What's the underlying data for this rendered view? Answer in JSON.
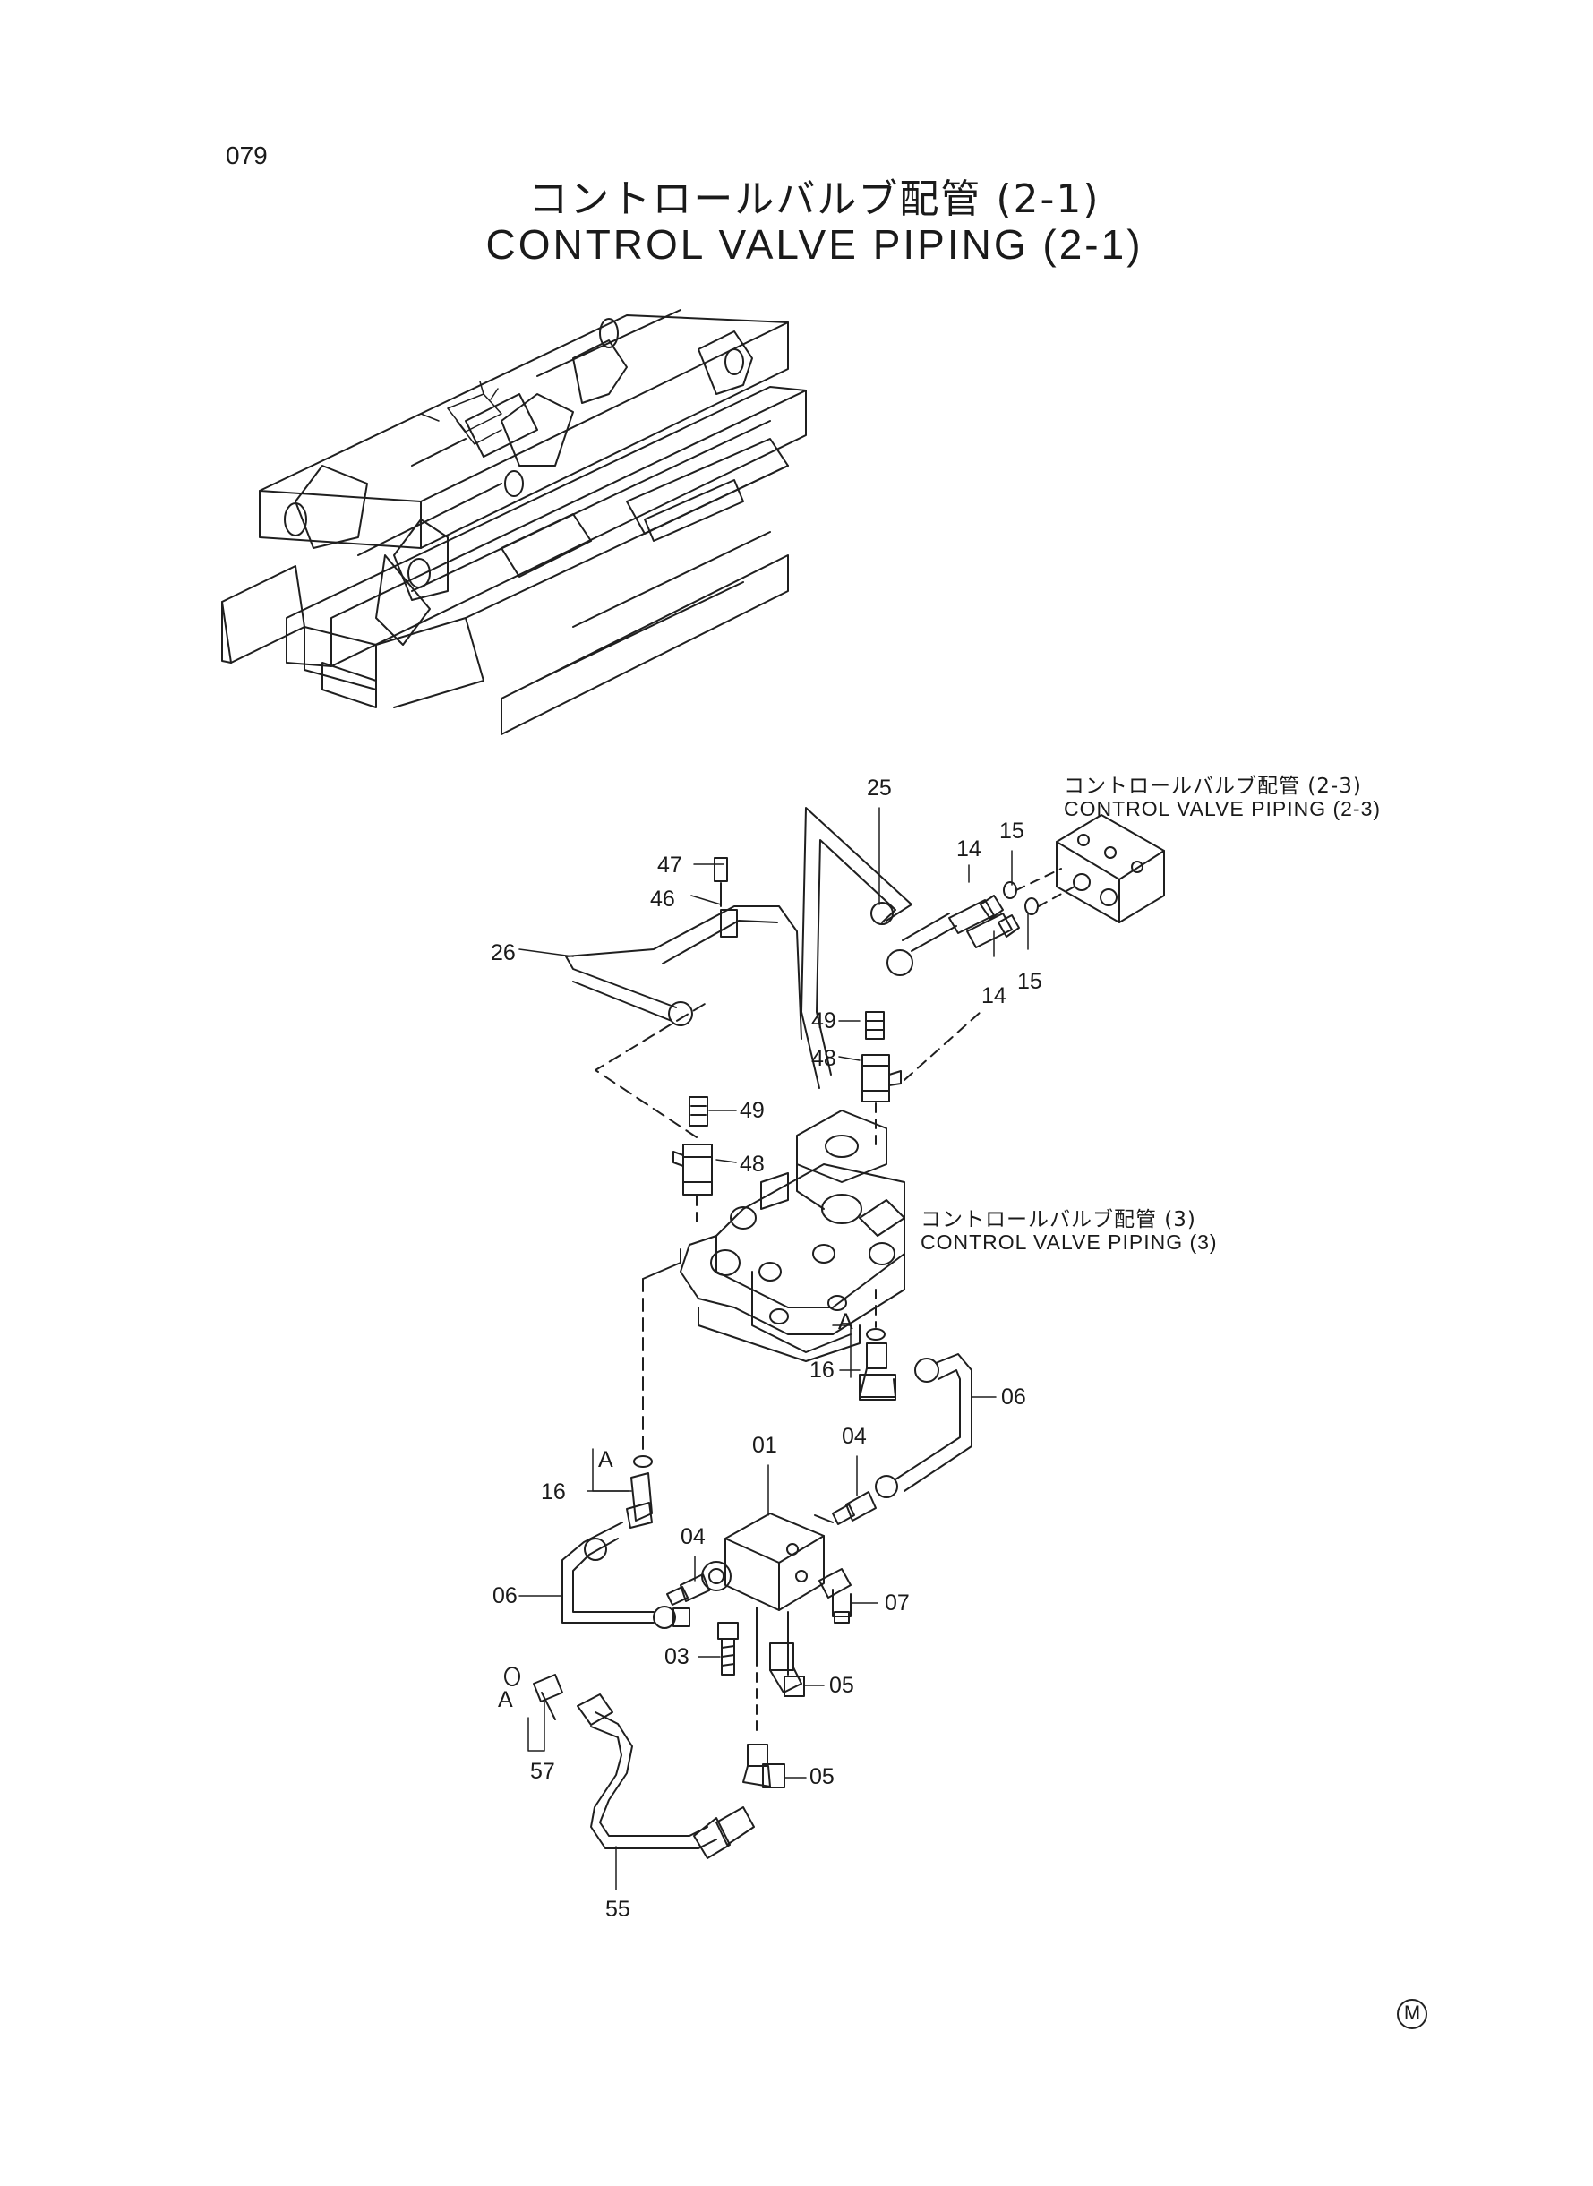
{
  "page_number": "079",
  "title": {
    "jp": "コントロールバルブ配管 (2-1)",
    "en": "CONTROL VALVE PIPING (2-1)"
  },
  "references": [
    {
      "id": "ref-2-3",
      "jp": "コントロールバルブ配管 (2-3)",
      "en": "CONTROL VALVE PIPING (2-3)"
    },
    {
      "id": "ref-3",
      "jp": "コントロールバルブ配管 (3)",
      "en": "CONTROL VALVE PIPING (3)"
    }
  ],
  "callouts": [
    "25",
    "47",
    "46",
    "26",
    "14",
    "15",
    "15",
    "14",
    "49",
    "48",
    "49",
    "48",
    "A",
    "16",
    "06",
    "04",
    "01",
    "A",
    "16",
    "04",
    "06",
    "07",
    "03",
    "05",
    "A",
    "57",
    "05",
    "55"
  ],
  "corner_mark": "M"
}
